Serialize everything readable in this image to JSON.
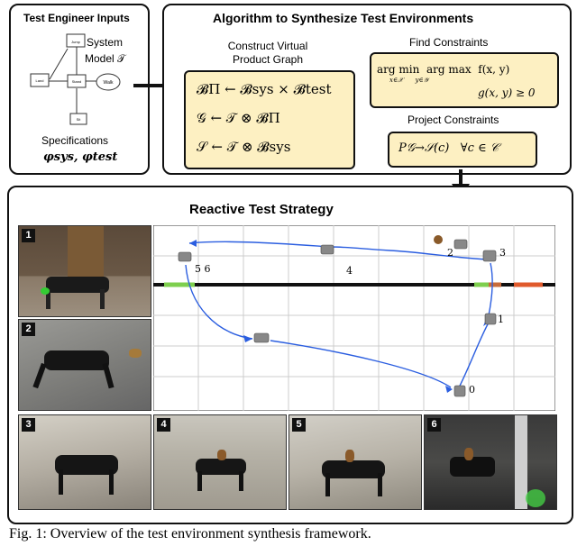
{
  "inputs": {
    "title": "Test Engineer Inputs",
    "system_label": "System",
    "model_label": "Model 𝒯",
    "spec_label": "Specifications",
    "spec_formula": "φsys, φtest",
    "diagram_nodes": [
      "Jump",
      "Land",
      "Stand",
      "Walk",
      "Sit"
    ]
  },
  "algorithm": {
    "title": "Algorithm to Synthesize Test Environments",
    "construct_label": "Construct Virtual Product Graph",
    "eq1": "𝓑Π ← 𝓑sys × 𝓑test",
    "eq2": "𝒢 ← 𝒯 ⊗ 𝓑Π",
    "eq3": "𝒮 ← 𝒯 ⊗ 𝓑sys",
    "find_label": "Find Constraints",
    "opt_line1": "arg min  arg max  f(x, y)",
    "opt_sub": "x∈𝒳      y∈𝒴",
    "opt_line2": "g(x, y) ≥ 0",
    "project_label": "Project Constraints",
    "proj_formula": "P𝒢→𝒮(c)   ∀c ∈ 𝒞"
  },
  "reactive": {
    "title": "Reactive Test Strategy",
    "photo_numbers": [
      "1",
      "2",
      "3",
      "4",
      "5",
      "6"
    ],
    "plot_labels": [
      "5 6",
      "4",
      "2",
      "3",
      "1",
      "0"
    ]
  },
  "caption": "Fig. 1: Overview of the test environment synthesis framework."
}
